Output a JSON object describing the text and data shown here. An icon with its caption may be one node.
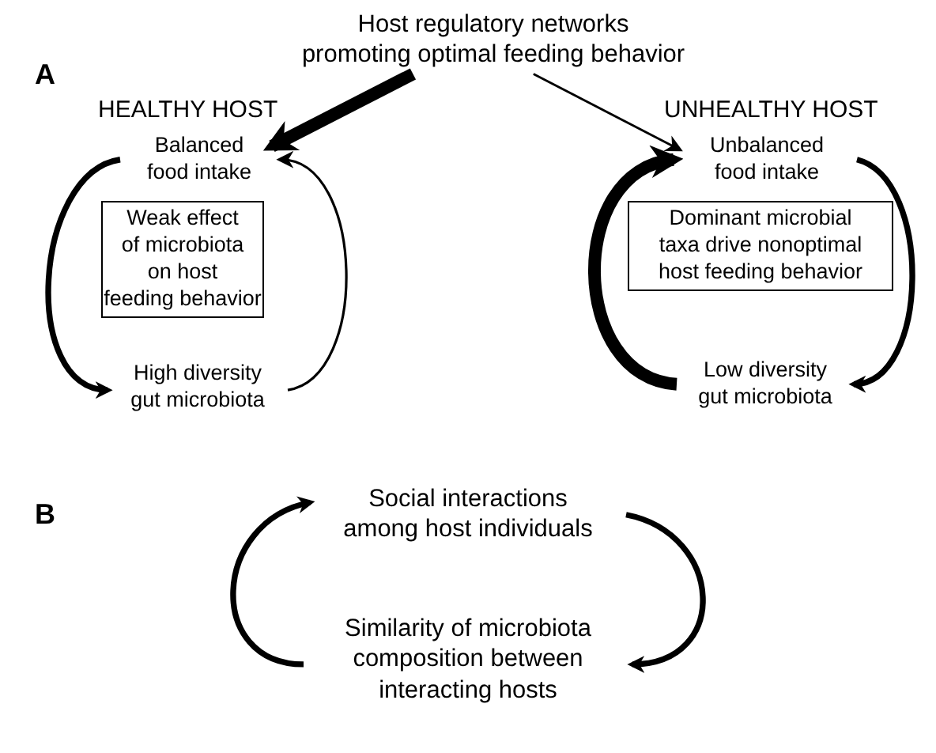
{
  "diagram": {
    "nodes": [
      {
        "text": [
          "Host regulatory networks promoting optimal feeding behavior"
        ]
      },
      {
        "text": [
          "Balanced food intake"
        ]
      },
      {
        "text": [
          "Weak effect of microbiota on host feeding behavior"
        ]
      },
      {
        "text": [
          "High diversity gut microbiota"
        ]
      },
      {
        "text": [
          "Unbalanced food intake"
        ]
      },
      {
        "text": [
          "Dominant microbial taxa drive nonoptimal host feeding behavior"
        ]
      },
      {
        "text": [
          "Low diversity gut microbiota"
        ]
      },
      {
        "text": [
          "Social interactions among host individuals"
        ]
      },
      {
        "text": [
          "Similarity of microbiota composition between interacting hosts"
        ]
      }
    ],
    "edges": [
      {
        "from": 0,
        "to": 1,
        "arrow": "to",
        "style": "thick"
      },
      {
        "from": 0,
        "to": 4,
        "arrow": "to"
      },
      {
        "from": 1,
        "to": 3,
        "arrow": "to"
      },
      {
        "from": 3,
        "to": 1,
        "arrow": "to"
      },
      {
        "from": 4,
        "to": 6,
        "arrow": "to"
      },
      {
        "from": 6,
        "to": 4,
        "arrow": "to",
        "style": "thick"
      },
      {
        "from": 7,
        "to": 8,
        "arrow": "to"
      },
      {
        "from": 8,
        "to": 7,
        "arrow": "to"
      }
    ],
    "labels": [
      "A",
      "HEALTHY HOST",
      "UNHEALTHY HOST",
      "B"
    ]
  }
}
